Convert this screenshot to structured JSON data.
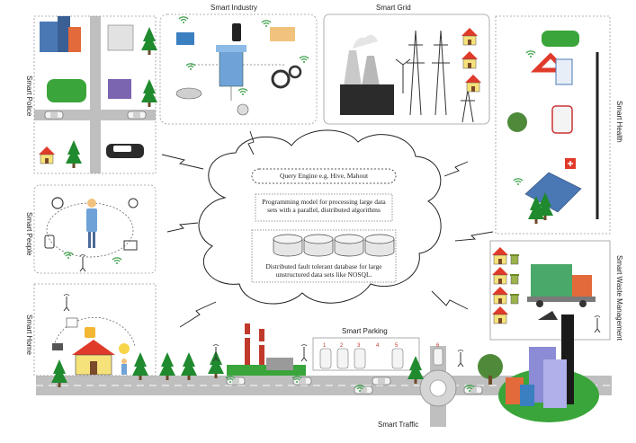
{
  "labels": {
    "smart_industry": "Smart Industry",
    "smart_grid": "Smart Grid",
    "smart_police": "Smart Police",
    "smart_health": "Smart Health",
    "smart_people": "Smart People",
    "smart_home": "Smart Home",
    "smart_waste": "Smart Waste Management",
    "smart_parking": "Smart Parking",
    "smart_traffic": "Smart Traffic"
  },
  "core": {
    "query_engine": "Query Engine e.g. Hive, Mahout",
    "programming_model_line1": "Programming model for processing large data",
    "programming_model_line2": "sets with a parallel, distributed algorithms",
    "storage_line1": "Distributed fault tolerant database for large",
    "storage_line2": "unstructured  data sets like NOSQL."
  },
  "parking_slots": [
    "1",
    "2",
    "3",
    "4",
    "5"
  ],
  "traffic_slot": "6",
  "colors": {
    "road": "#bfbfbf",
    "tree": "#1f8a2e",
    "grass": "#3aa53a",
    "wifi": "#3fa34d",
    "roof_red": "#e03a2a",
    "box_border": "#9a9a9a"
  }
}
